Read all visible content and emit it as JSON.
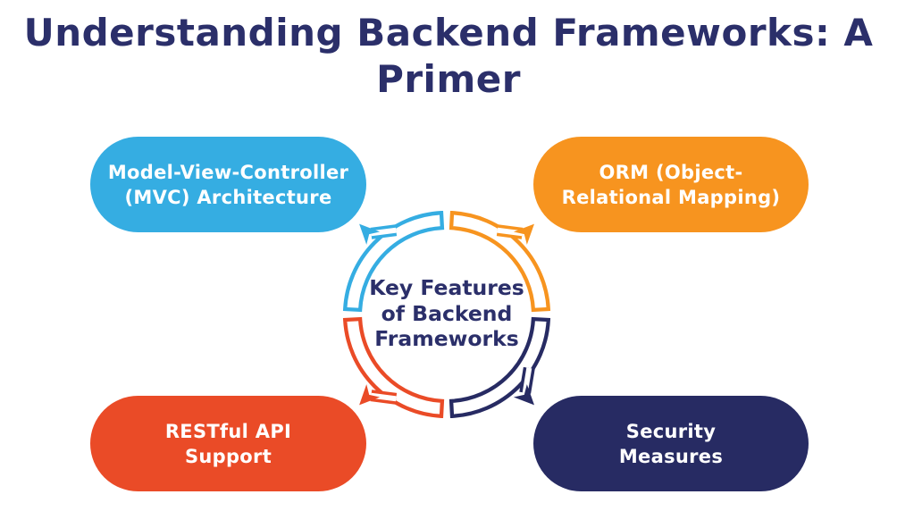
{
  "title": {
    "line1": "Understanding Backend Frameworks: A",
    "line2": "Primer"
  },
  "diagram": {
    "type": "cycle-hub",
    "center_label": {
      "lines": [
        "Key Features",
        "of Backend",
        "Frameworks"
      ]
    }
  },
  "features": [
    {
      "id": "mvc",
      "position": "top-left",
      "lines": [
        "Model-View-Controller",
        "(MVC) Architecture"
      ],
      "color": "#35ade2"
    },
    {
      "id": "orm",
      "position": "top-right",
      "lines": [
        "ORM (Object-",
        "Relational Mapping)"
      ],
      "color": "#f7941f"
    },
    {
      "id": "restful-api",
      "position": "bottom-left",
      "lines": [
        "RESTful API",
        "Support"
      ],
      "color": "#ea4b27"
    },
    {
      "id": "security",
      "position": "bottom-right",
      "lines": [
        "Security",
        "Measures"
      ],
      "color": "#272b63"
    }
  ],
  "colors": {
    "background": "#ffffff",
    "heading_text": "#2b2f6a",
    "card_text": "#ffffff",
    "cycle_blue": "#35ade2",
    "cycle_orange": "#f7941f",
    "cycle_red": "#ea4b27",
    "cycle_navy": "#272b63"
  }
}
